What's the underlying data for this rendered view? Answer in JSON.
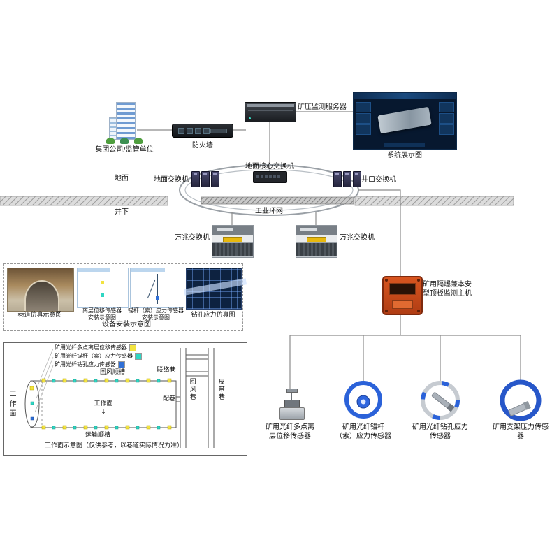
{
  "top": {
    "group": "集团公司/监管单位",
    "firewall": "防火墙",
    "server": "矿压监测服务器",
    "display": "系统展示图"
  },
  "network": {
    "ground": "地面",
    "underground": "井下",
    "ground_switch": "地面交换机",
    "core_switch": "地面核心交换机",
    "wellhead_switch": "井口交换机",
    "ring": "工业环网",
    "teng_left": "万兆交换机",
    "teng_right": "万兆交换机"
  },
  "host": {
    "label": "矿用隔爆兼本安\n型顶板监测主机"
  },
  "sensors": [
    {
      "label": "矿用光纤多点离\n层位移传感器"
    },
    {
      "label": "矿用光纤锚杆\n（索）应力传感器"
    },
    {
      "label": "矿用光纤钻孔应力\n传感器"
    },
    {
      "label": "矿用支架压力传感\n器"
    }
  ],
  "install": {
    "title": "设备安装示意图",
    "panel1": "巷道仿真示意图",
    "panel2": "离层位移传感器\n安装示意图",
    "panel3": "锚杆（索）应力传感器\n安装示意图",
    "panel4": "钻孔应力仿真图"
  },
  "workface": {
    "caption": "工作面示意图（仅供参考，以巷道实际情况为准）",
    "legend": [
      {
        "label": "矿用光纤多点离层位移传感器",
        "color": "#f2e340"
      },
      {
        "label": "矿用光纤锚杆（索）应力传感器",
        "color": "#2fd6c3"
      },
      {
        "label": "矿用光纤钻孔应力传感器",
        "color": "#2f6fd6"
      }
    ],
    "labels": {
      "lianluoxiang": "联络巷",
      "huifengshuncao": "回风顺槽",
      "huifengxiang": "回风巷",
      "pidaixiang": "皮带巷",
      "gongzuomian_left": "工作面",
      "gongzuomian_center": "工作面\n↓",
      "peixiang": "配巷",
      "yunshushuncao": "运输顺槽"
    }
  },
  "colors": {
    "host_orange": "#c8491c",
    "coil_blue": "#2b62d9"
  }
}
